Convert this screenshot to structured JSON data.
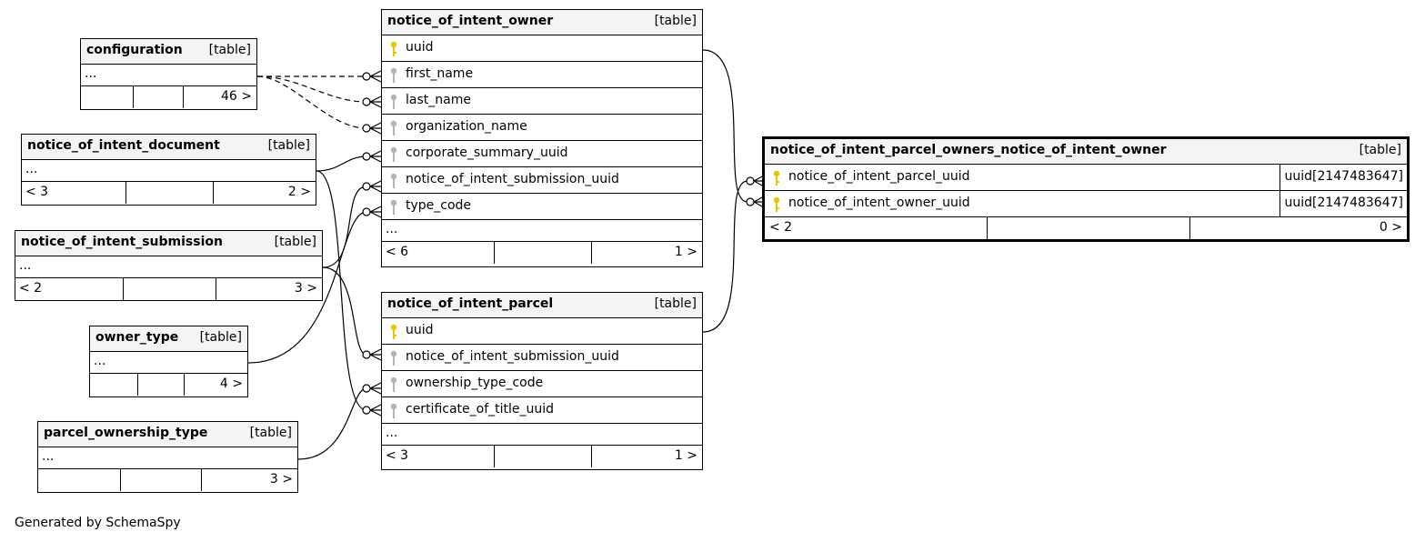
{
  "diagram": {
    "tables": {
      "configuration": {
        "name": "configuration",
        "kind": "[table]",
        "ellipsis": "...",
        "left": "",
        "right": "46 >"
      },
      "notice_of_intent_document": {
        "name": "notice_of_intent_document",
        "kind": "[table]",
        "ellipsis": "...",
        "left": "< 3",
        "right": "2 >"
      },
      "notice_of_intent_submission": {
        "name": "notice_of_intent_submission",
        "kind": "[table]",
        "ellipsis": "...",
        "left": "< 2",
        "right": "3 >"
      },
      "owner_type": {
        "name": "owner_type",
        "kind": "[table]",
        "ellipsis": "...",
        "left": "",
        "right": "4 >"
      },
      "parcel_ownership_type": {
        "name": "parcel_ownership_type",
        "kind": "[table]",
        "ellipsis": "...",
        "left": "",
        "right": "3 >"
      },
      "notice_of_intent_owner": {
        "name": "notice_of_intent_owner",
        "kind": "[table]",
        "columns": [
          "uuid",
          "first_name",
          "last_name",
          "organization_name",
          "corporate_summary_uuid",
          "notice_of_intent_submission_uuid",
          "type_code"
        ],
        "ellipsis": "...",
        "left": "< 6",
        "right": "1 >"
      },
      "notice_of_intent_parcel": {
        "name": "notice_of_intent_parcel",
        "kind": "[table]",
        "columns": [
          "uuid",
          "notice_of_intent_submission_uuid",
          "ownership_type_code",
          "certificate_of_title_uuid"
        ],
        "ellipsis": "...",
        "left": "< 3",
        "right": "1 >"
      },
      "join_table": {
        "name": "notice_of_intent_parcel_owners_notice_of_intent_owner",
        "kind": "[table]",
        "columns": [
          "notice_of_intent_parcel_uuid",
          "notice_of_intent_owner_uuid"
        ],
        "types": [
          "uuid[2147483647]",
          "uuid[2147483647]"
        ],
        "left": "< 2",
        "right": "0 >"
      }
    },
    "key_colors": {
      "primary": "#e6c800",
      "foreign": "#b4b4b4"
    }
  },
  "footer": {
    "credit": "Generated by SchemaSpy"
  }
}
